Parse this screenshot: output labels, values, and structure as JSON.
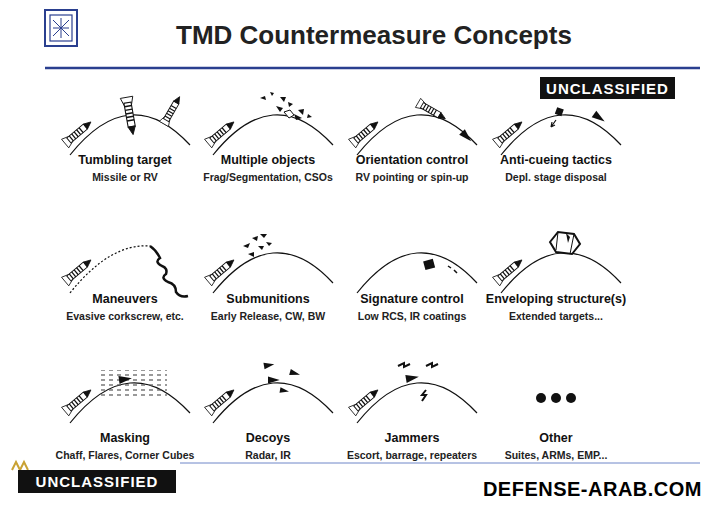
{
  "diagram": {
    "title": "TMD Countermeasure Concepts",
    "nodes": [
      {
        "text": [
          "UNCLASSIFIED"
        ]
      },
      {
        "text": [
          "UNCLASSIFIED"
        ]
      }
    ],
    "labels": [
      "Tumbling target",
      "Missile or RV",
      "Multiple objects",
      "Frag/Segmentation, CSOs",
      "Orientation control",
      "RV pointing or spin-up",
      "Anti-cueing tactics",
      "Depl. stage disposal",
      "Maneuvers",
      "Evasive corkscrew, etc.",
      "Submunitions",
      "Early Release, CW, BW",
      "Signature control",
      "Low RCS, IR coatings",
      "Enveloping structure(s)",
      "Extended targets...",
      "Masking",
      "Chaff, Flares, Corner Cubes",
      "Decoys",
      "Radar, IR",
      "Jammers",
      "Escort, barrage, repeaters",
      "Other",
      "Suites, ARMs, EMP...",
      "DEFENSE-ARAB.COM"
    ]
  }
}
